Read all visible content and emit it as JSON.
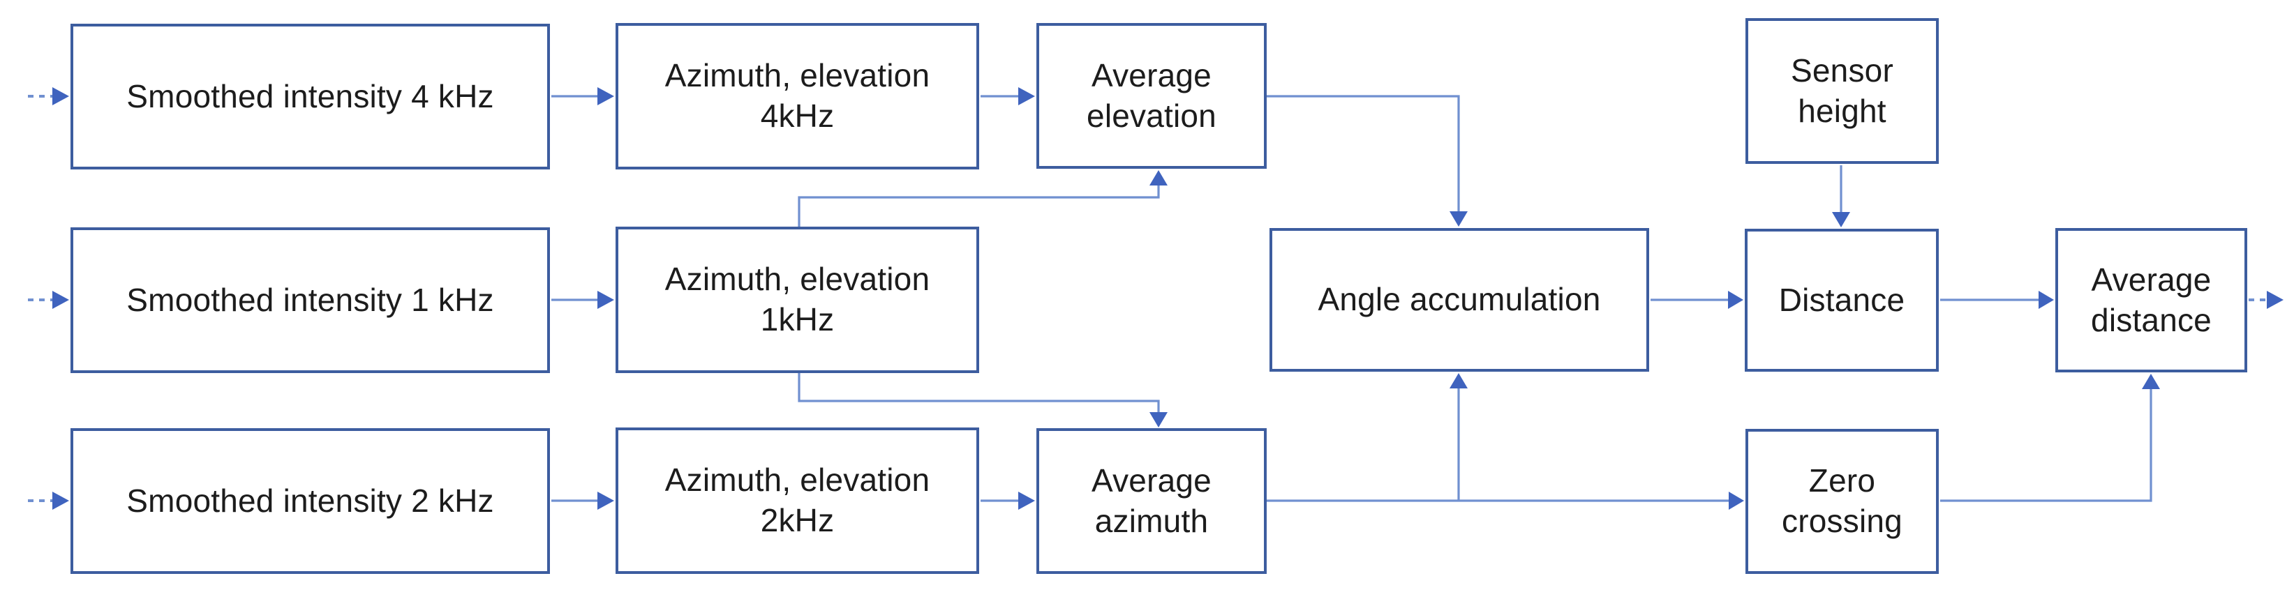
{
  "diagram": {
    "nodes": {
      "smoothed4": {
        "label": "Smoothed intensity 4 kHz"
      },
      "smoothed1": {
        "label": "Smoothed intensity 1 kHz"
      },
      "smoothed2": {
        "label": "Smoothed intensity 2 kHz"
      },
      "azel4": {
        "label": "Azimuth, elevation\n4kHz"
      },
      "azel1": {
        "label": "Azimuth, elevation\n1kHz"
      },
      "azel2": {
        "label": "Azimuth, elevation\n2kHz"
      },
      "avgElevation": {
        "label": "Average\nelevation"
      },
      "avgAzimuth": {
        "label": "Average\nazimuth"
      },
      "angleAccum": {
        "label": "Angle accumulation"
      },
      "sensorHeight": {
        "label": "Sensor\nheight"
      },
      "distance": {
        "label": "Distance"
      },
      "zeroCrossing": {
        "label": "Zero\ncrossing"
      },
      "avgDistance": {
        "label": "Average\ndistance"
      }
    },
    "colors": {
      "box_border": "#3d5d9f",
      "connector": "#7090d0",
      "arrowhead": "#3f63be",
      "text": "#1c1c1c",
      "bg": "#ffffff"
    }
  }
}
